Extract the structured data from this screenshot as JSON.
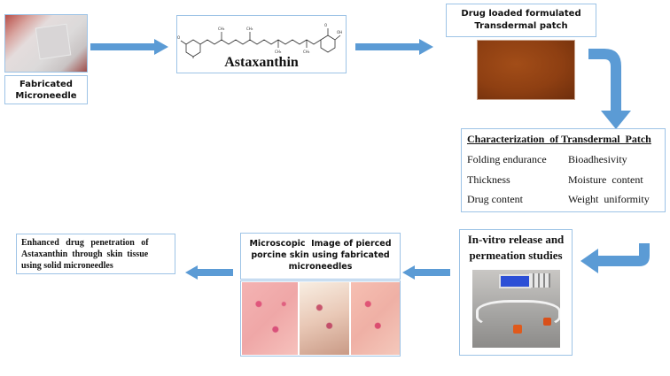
{
  "title": "Workflow: Astaxanthin transdermal delivery via solid microneedles",
  "nodes": {
    "microneedle": {
      "label_line1": "Fabricated",
      "label_line2": "Microneedle"
    },
    "astaxanthin": {
      "label": "Astaxanthin"
    },
    "patch": {
      "label_line1": "Drug loaded formulated",
      "label_line2": "Transdermal  patch"
    },
    "characterization": {
      "heading": "Characterization  of Transdermal  Patch",
      "items": [
        [
          "Folding endurance",
          "Bioadhesivity"
        ],
        [
          "Thickness",
          "Moisture  content"
        ],
        [
          "Drug content",
          "Weight  uniformity"
        ]
      ]
    },
    "invitro": {
      "label_line1": "In-vitro release and",
      "label_line2": "permeation studies"
    },
    "microscopic": {
      "label_line1": "Microscopic  Image of pierced",
      "label_line2": "porcine skin using fabricated",
      "label_line3": "microneedles"
    },
    "result": {
      "label_line1": "Enhanced   drug   penetration   of",
      "label_line2": "Astaxanthin  through  skin  tissue",
      "label_line3": "using solid microneedles"
    }
  },
  "colors": {
    "arrow": "#5b9bd5",
    "border": "#9dc3e6",
    "patch": "#8b3f12"
  }
}
